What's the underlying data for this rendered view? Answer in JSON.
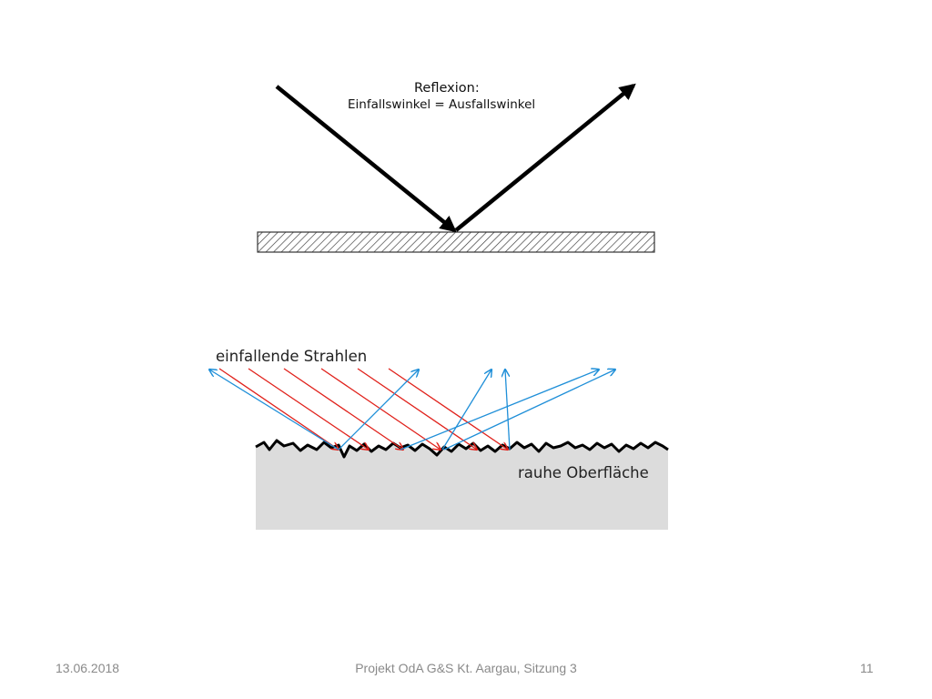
{
  "reflection": {
    "title": "Reflexion",
    "title_suffix": ":",
    "law": "Einfallswinkel = Ausfallswinkel"
  },
  "diffuse": {
    "incoming_label": "einfallende Strahlen",
    "surface_label": "rauhe Oberfläche"
  },
  "colors": {
    "incident_ray": "#e0201a",
    "reflected_ray": "#1f8fd8",
    "surface_fill": "#dcdcdc",
    "arrow": "#000000",
    "footer_text": "#8a8a8a"
  },
  "footer": {
    "date": "13.06.2018",
    "center": "Projekt OdA G&S Kt. Aargau, Sitzung 3",
    "page": "11"
  }
}
